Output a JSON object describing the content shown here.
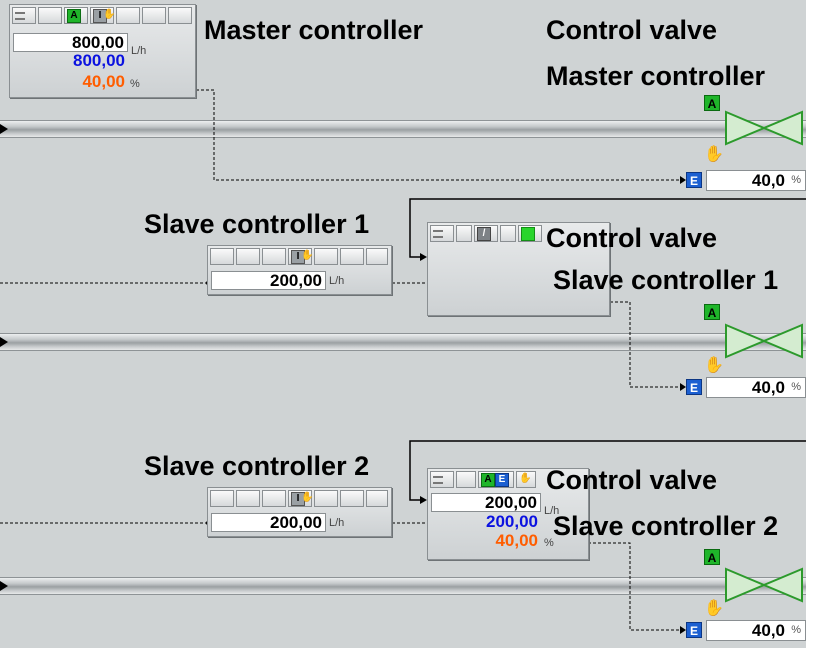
{
  "labels": {
    "master_controller": "Master controller",
    "cv_master_line1": "Control valve",
    "cv_master_line2": "Master controller",
    "slave1": "Slave controller 1",
    "cv_slave1_line1": "Control valve",
    "cv_slave1_line2": "Slave controller 1",
    "slave2": "Slave controller 2",
    "cv_slave2_line1": "Control valve",
    "cv_slave2_line2": "Slave controller 2"
  },
  "icons": {
    "auto": "A",
    "external": "E",
    "internal": "I"
  },
  "master": {
    "pv": "800,00",
    "sp": "800,00",
    "out": "40,00",
    "unit_flow": "L/h",
    "unit_pct": "%"
  },
  "master_valve": {
    "value": "40,0",
    "unit": "%"
  },
  "slave1": {
    "sp": "200,00",
    "unit": "L/h"
  },
  "slave1_valve": {
    "value": "40,0",
    "unit": "%"
  },
  "slave2_small": {
    "sp": "200,00",
    "unit": "L/h"
  },
  "slave2": {
    "pv": "200,00",
    "sp": "200,00",
    "out": "40,00",
    "unit_flow": "L/h",
    "unit_pct": "%"
  },
  "slave2_valve": {
    "value": "40,0",
    "unit": "%"
  },
  "colors": {
    "background": "#cfd3d4",
    "pv_blue": "#0b12e0",
    "output_orange": "#ff5d00",
    "auto_green": "#1fb52a",
    "external_blue": "#1b5fd1",
    "valve_green": "#cfe9c9"
  }
}
